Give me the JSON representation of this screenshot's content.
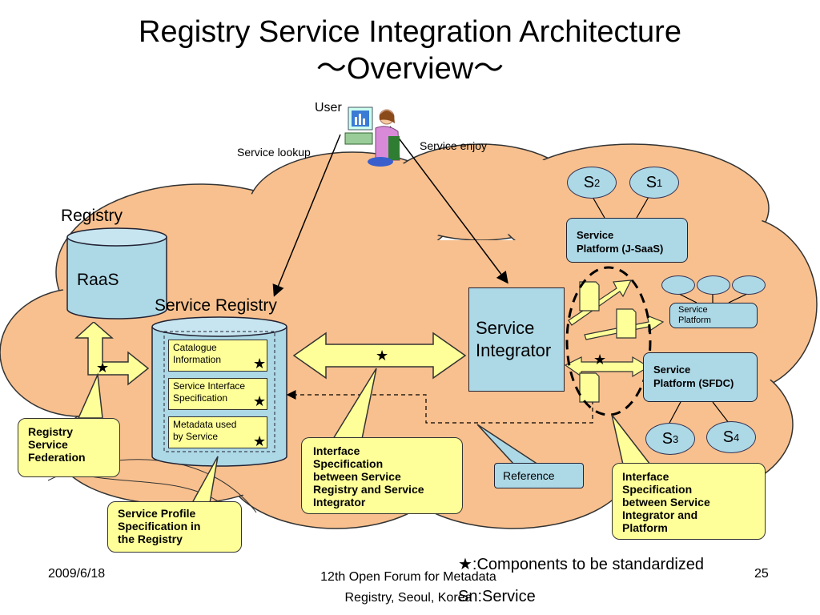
{
  "title": {
    "line1": "Registry Service Integration Architecture",
    "line2": "～Overview～"
  },
  "user": {
    "label": "User"
  },
  "arrows": {
    "lookup": "Service lookup",
    "enjoy": "Service enjoy"
  },
  "registry": {
    "heading": "Registry",
    "raas": "RaaS",
    "service_registry": "Service Registry",
    "items": [
      {
        "label": "Catalogue Information",
        "l1": "Catalogue",
        "l2": "Information"
      },
      {
        "label": "Service Interface Specification",
        "l1": "Service Interface",
        "l2": "Specification"
      },
      {
        "label": "Metadata used by Service",
        "l1": "Metadata used",
        "l2": "by Service"
      }
    ]
  },
  "integrator": {
    "l1": "Service",
    "l2": "Integrator"
  },
  "services": {
    "s1": "S",
    "s1_sub": "1",
    "s2": "S",
    "s2_sub": "2",
    "s3": "S",
    "s3_sub": "3",
    "s4": "S",
    "s4_sub": "4"
  },
  "platforms": {
    "jsaas": {
      "l1": "Service",
      "l2": "Platform (J-SaaS)"
    },
    "generic": {
      "l1": "Service",
      "l2": "Platform"
    },
    "sfdc": {
      "l1": "Service",
      "l2": "Platform (SFDC)"
    }
  },
  "callouts": {
    "federation": {
      "l1": "Registry",
      "l2": "Service",
      "l3": "Federation"
    },
    "profile": {
      "l1": "Service Profile",
      "l2": "Specification in",
      "l3": "the Registry"
    },
    "iface_reg": {
      "l1": "Interface",
      "l2": "Specification",
      "l3": "between Service",
      "l4": "Registry and Service",
      "l5": "Integrator"
    },
    "reference": "Reference",
    "iface_plat": {
      "l1": "Interface",
      "l2": "Specification",
      "l3": "between Service",
      "l4": "Integrator and",
      "l5": "Platform"
    }
  },
  "legend": {
    "star_text": "★:Components to be standardized",
    "sn_text": "Sn:Service"
  },
  "star": "★",
  "footer": {
    "date": "2009/6/18",
    "center_l1": "12th Open Forum for Metadata",
    "center_l2": "Registry, Seoul, Korea",
    "page": "25"
  },
  "colors": {
    "cloud": "#f8c08e",
    "cylinder": "#add8e6",
    "callout": "#ffff99",
    "panel": "#add8e6"
  }
}
